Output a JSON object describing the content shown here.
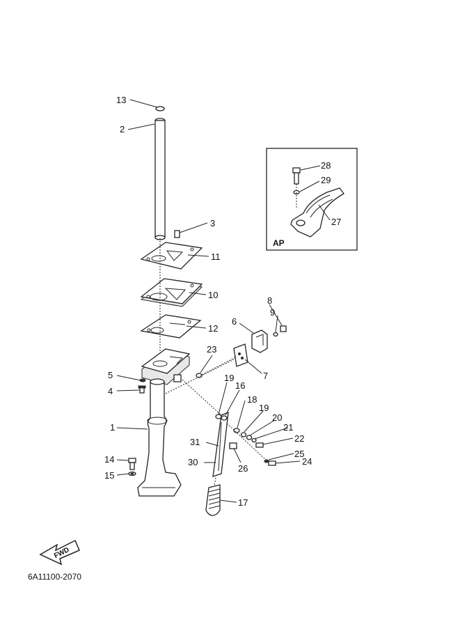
{
  "diagram": {
    "callouts": [
      "13",
      "2",
      "3",
      "11",
      "10",
      "12",
      "1",
      "4",
      "5",
      "23",
      "7",
      "6",
      "9",
      "8",
      "19",
      "16",
      "18",
      "19",
      "20",
      "21",
      "22",
      "31",
      "30",
      "26",
      "25",
      "24",
      "14",
      "15",
      "17"
    ],
    "inset": {
      "tag": "AP",
      "callouts": [
        "28",
        "29",
        "27"
      ]
    },
    "fwd_label": "FWD",
    "part_code": "6A11100-2070"
  }
}
